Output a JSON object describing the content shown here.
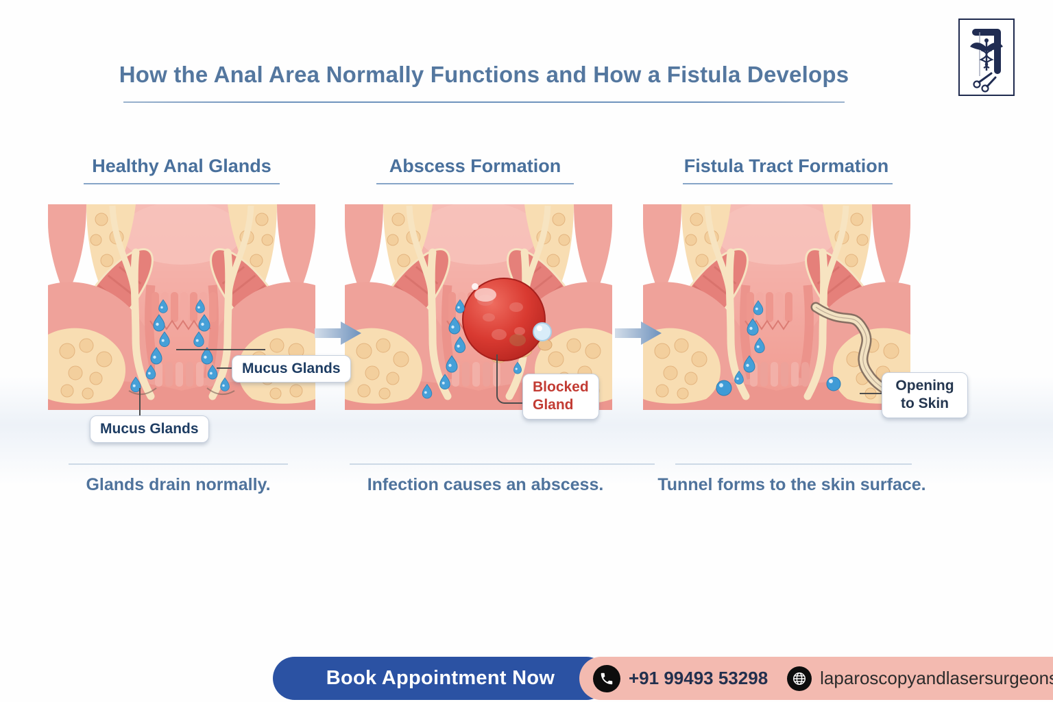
{
  "header": {
    "title": "How the Anal Area Normally Functions and How a Fistula Develops",
    "logo_name": "laparoscopy-and-laser-surgeons-logo"
  },
  "panels": [
    {
      "heading": "Healthy Anal Glands",
      "caption": "Glands drain normally.",
      "labels": {
        "left": "Mucus Glands",
        "right": "Mucus Glands"
      }
    },
    {
      "heading": "Abscess Formation",
      "caption": "Infection causes an abscess.",
      "labels": {
        "blocked": "Blocked Gland"
      }
    },
    {
      "heading": "Fistula Tract Formation",
      "caption": "Tunnel forms to the skin surface.",
      "labels": {
        "opening": "Opening to Skin"
      }
    }
  ],
  "footer": {
    "cta_label": "Book Appointment Now",
    "phone": "+91 99493 53298",
    "website": "laparoscopyandlasersurgeons.com"
  },
  "colors": {
    "accent_blue": "#54779f",
    "cta_blue": "#2b52a3",
    "footer_pink": "#f3bab0",
    "label_navy": "#1e3d63",
    "label_red": "#c23b33",
    "droplet_blue": "#46a0d8",
    "abscess_red": "#d93a31"
  }
}
